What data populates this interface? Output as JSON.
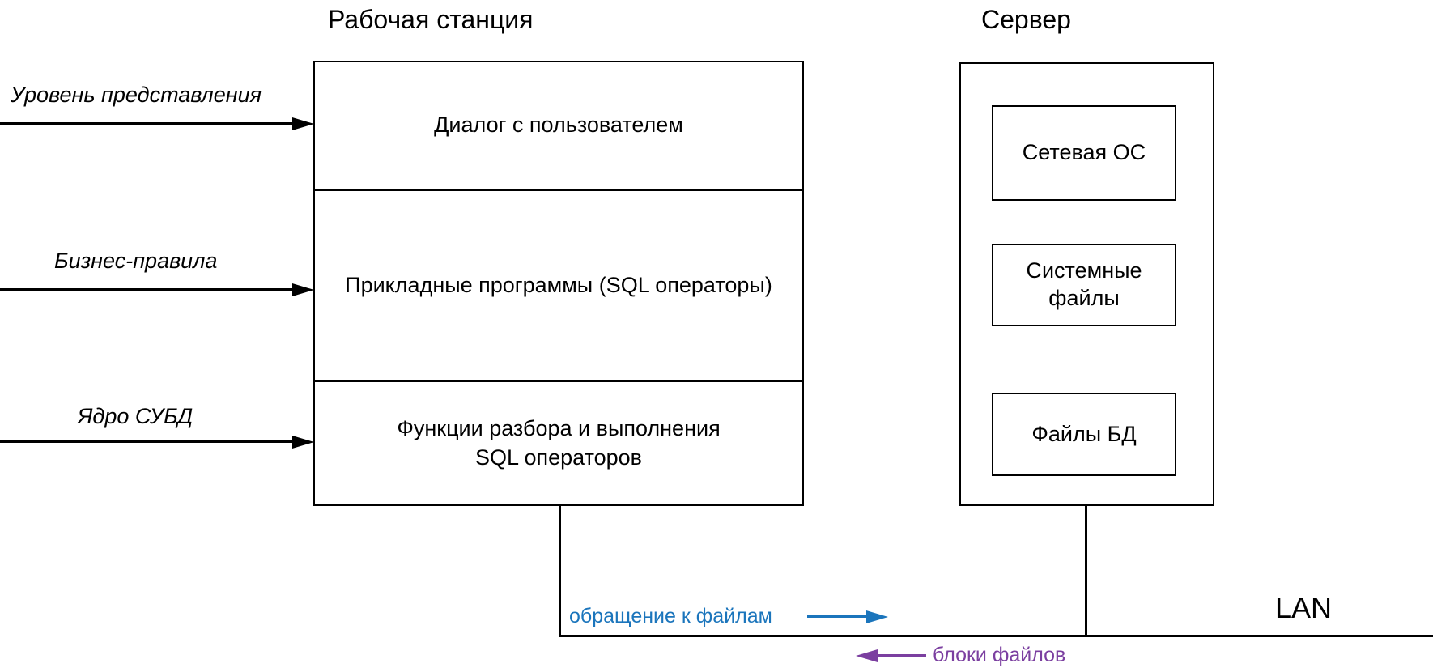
{
  "workstation": {
    "title": "Рабочая станция",
    "sections": [
      {
        "label": "Диалог с пользователем"
      },
      {
        "label": "Прикладные программы (SQL операторы)"
      },
      {
        "label": "Функции разбора и выполнения SQL операторов"
      }
    ]
  },
  "server": {
    "title": "Сервер",
    "boxes": [
      {
        "label": "Сетевая ОС"
      },
      {
        "label": "Системные файлы"
      },
      {
        "label": "Файлы БД"
      }
    ]
  },
  "left_labels": [
    {
      "label": "Уровень представления"
    },
    {
      "label": "Бизнес-правила"
    },
    {
      "label": "Ядро СУБД"
    }
  ],
  "network": {
    "lan_label": "LAN",
    "file_request_label": "обращение к файлам",
    "file_blocks_label": "блоки файлов"
  },
  "colors": {
    "file_request_blue": "#1b75bc",
    "file_blocks_purple": "#7b3fa0",
    "line_black": "#000000"
  }
}
